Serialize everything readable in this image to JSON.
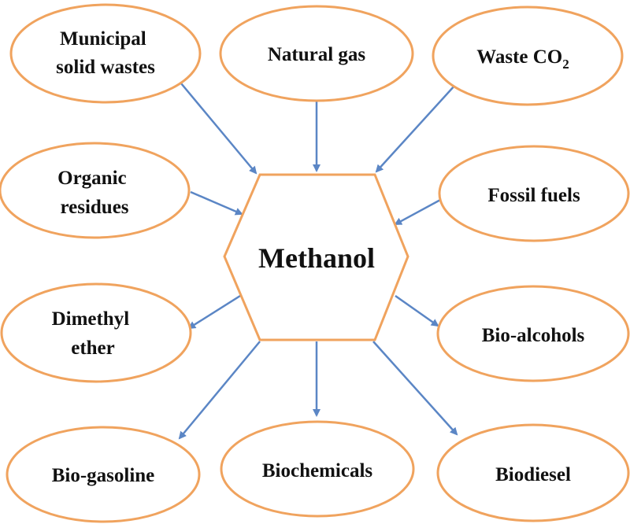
{
  "hub": {
    "label": "Methanol"
  },
  "sources": [
    {
      "id": "municipal-solid-wastes",
      "lines": [
        "Municipal",
        "solid wastes"
      ]
    },
    {
      "id": "natural-gas",
      "lines": [
        "Natural gas"
      ]
    },
    {
      "id": "waste-co2",
      "lines": [
        "Waste CO"
      ],
      "subscript": "2"
    },
    {
      "id": "organic-residues",
      "lines": [
        "Organic",
        "residues"
      ]
    },
    {
      "id": "fossil-fuels",
      "lines": [
        "Fossil fuels"
      ]
    }
  ],
  "products": [
    {
      "id": "dimethyl-ether",
      "lines": [
        "Dimethyl",
        "ether"
      ]
    },
    {
      "id": "bio-alcohols",
      "lines": [
        "Bio-alcohols"
      ]
    },
    {
      "id": "bio-gasoline",
      "lines": [
        "Bio-gasoline"
      ]
    },
    {
      "id": "biochemicals",
      "lines": [
        "Biochemicals"
      ]
    },
    {
      "id": "biodiesel",
      "lines": [
        "Biodiesel"
      ]
    }
  ],
  "colors": {
    "node_border": "#f0a35e",
    "arrow": "#5b86c5",
    "text": "#111111",
    "background": "#ffffff"
  }
}
